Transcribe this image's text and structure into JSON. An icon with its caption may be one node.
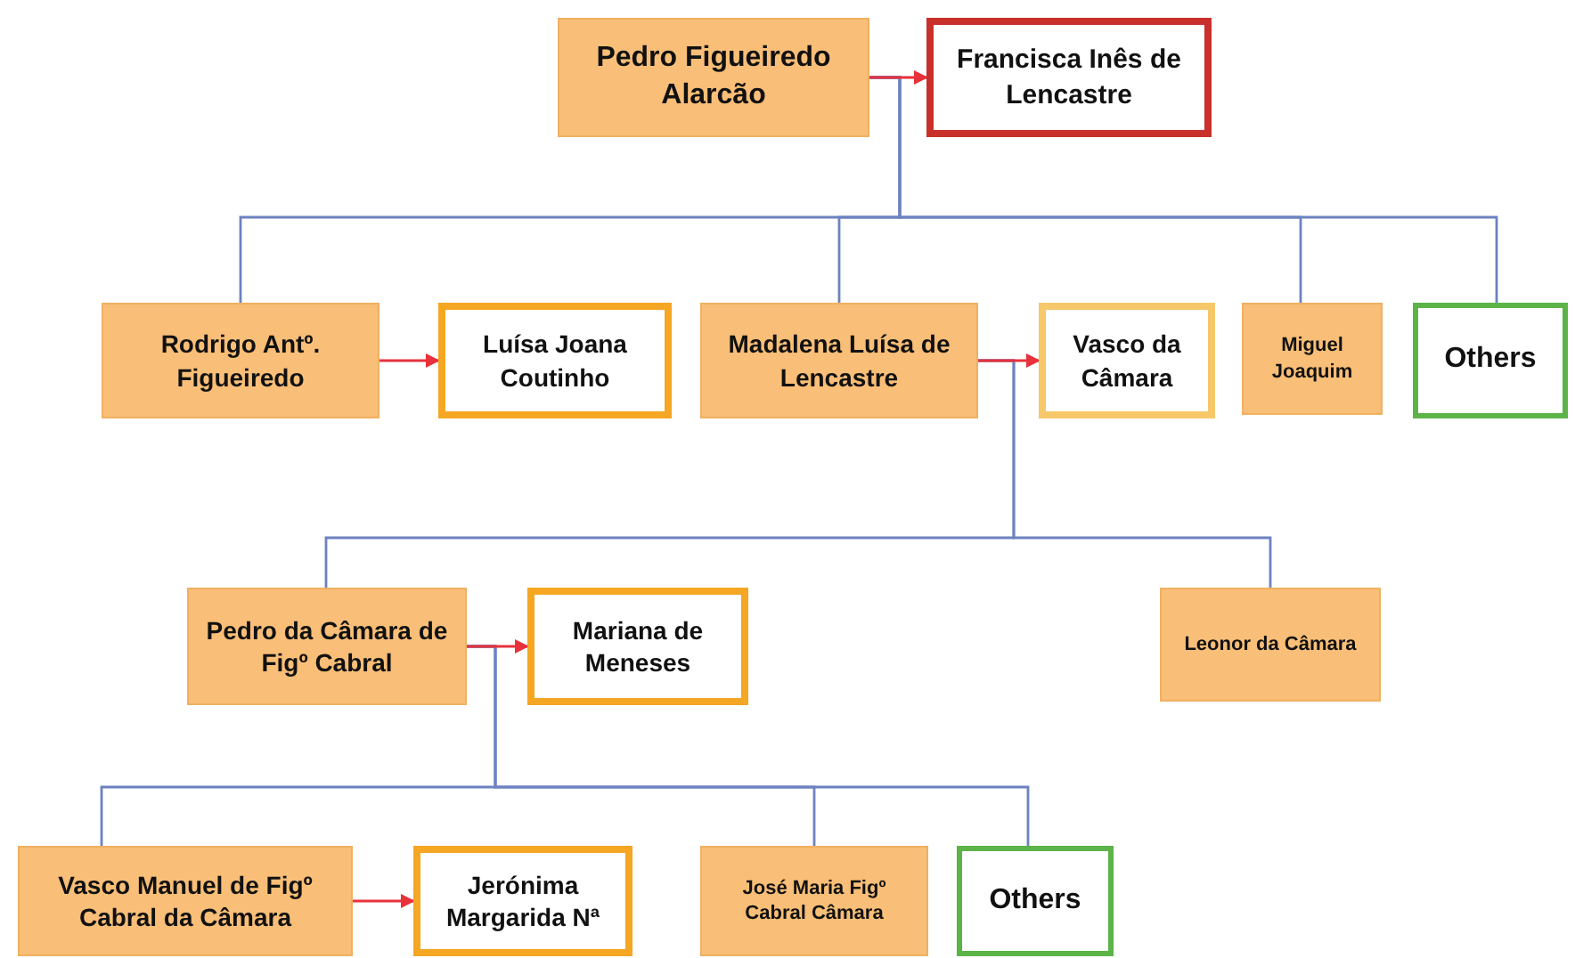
{
  "diagram": {
    "nodes": [
      {
        "text": [
          "Pedro Figueiredo Alarcão"
        ]
      },
      {
        "text": [
          "Francisca Inês de Lencastre"
        ]
      },
      {
        "text": [
          "Rodrigo Antº. Figueiredo"
        ]
      },
      {
        "text": [
          "Luísa Joana Coutinho"
        ]
      },
      {
        "text": [
          "Madalena Luísa de Lencastre"
        ]
      },
      {
        "text": [
          "Vasco da Câmara"
        ]
      },
      {
        "text": [
          "Miguel Joaquim"
        ]
      },
      {
        "text": [
          "Others"
        ]
      },
      {
        "text": [
          "Pedro da Câmara de Figº Cabral"
        ]
      },
      {
        "text": [
          "Mariana de Meneses"
        ]
      },
      {
        "text": [
          "Leonor da Câmara"
        ]
      },
      {
        "text": [
          "Vasco Manuel de Figº Cabral da Câmara"
        ]
      },
      {
        "text": [
          "Jerónima Margarida Nª"
        ]
      },
      {
        "text": [
          "José Maria Figº Cabral Câmara"
        ]
      },
      {
        "text": [
          "Others"
        ]
      }
    ],
    "edges": [
      {
        "from": 0,
        "to": 1,
        "arrow": "to",
        "color": "#e8313a"
      },
      {
        "from": 0,
        "to": 2,
        "arrow": "none"
      },
      {
        "from": 0,
        "to": 4,
        "arrow": "none"
      },
      {
        "from": 0,
        "to": 6,
        "arrow": "none"
      },
      {
        "from": 0,
        "to": 7,
        "arrow": "none"
      },
      {
        "from": 2,
        "to": 3,
        "arrow": "to",
        "color": "#e8313a"
      },
      {
        "from": 4,
        "to": 5,
        "arrow": "to",
        "color": "#e8313a"
      },
      {
        "from": 4,
        "to": 8,
        "arrow": "none"
      },
      {
        "from": 4,
        "to": 10,
        "arrow": "none"
      },
      {
        "from": 8,
        "to": 9,
        "arrow": "to",
        "color": "#e8313a"
      },
      {
        "from": 8,
        "to": 11,
        "arrow": "none"
      },
      {
        "from": 8,
        "to": 13,
        "arrow": "none"
      },
      {
        "from": 8,
        "to": 14,
        "arrow": "none"
      },
      {
        "from": 11,
        "to": 12,
        "arrow": "to",
        "color": "#e8313a"
      }
    ]
  }
}
